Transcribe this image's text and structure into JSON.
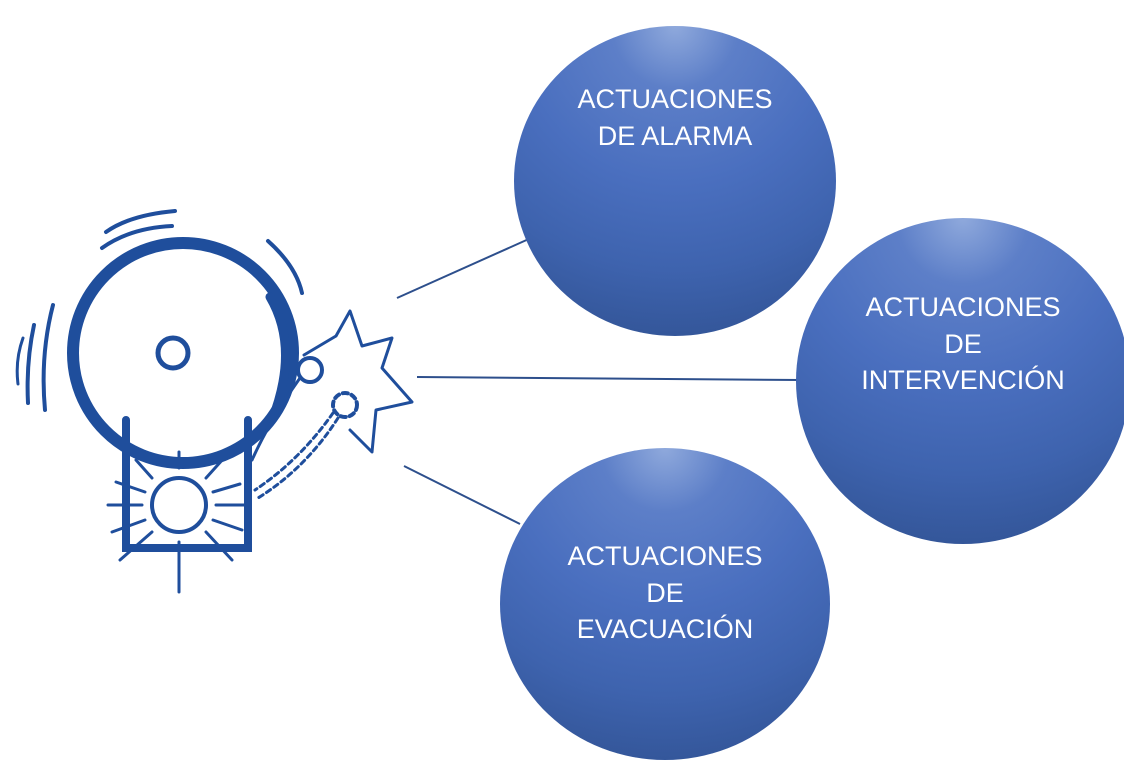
{
  "diagram": {
    "icon": "alarm-bell-icon",
    "accent_color": "#1f4e9c",
    "node_gradient": [
      "#8fa9dc",
      "#4a6fbf",
      "#2e4f8e"
    ],
    "nodes": [
      {
        "label": "ACTUACIONES\nDE ALARMA"
      },
      {
        "label": "ACTUACIONES\nDE\nINTERVENCIÓN"
      },
      {
        "label": "ACTUACIONES\nDE\nEVACUACIÓN"
      }
    ]
  }
}
